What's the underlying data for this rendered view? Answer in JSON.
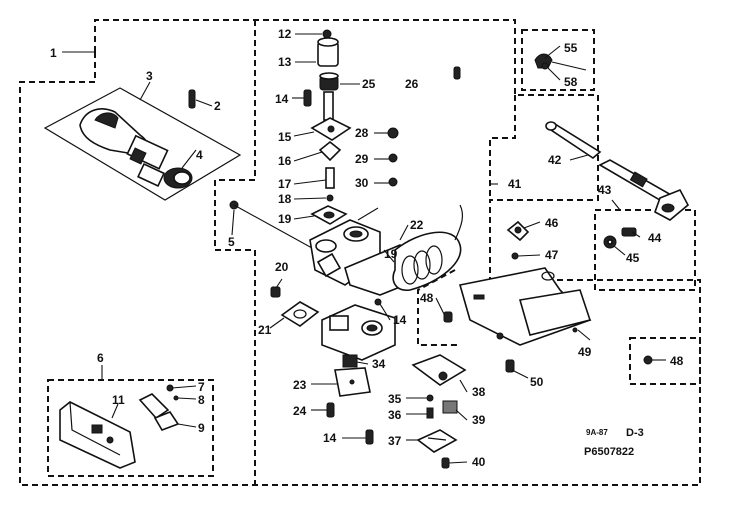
{
  "diagram": {
    "labels": {
      "p1": "1",
      "p2": "2",
      "p3": "3",
      "p4": "4",
      "p5": "5",
      "p6": "6",
      "p7": "7",
      "p8": "8",
      "p9": "9",
      "p11": "11",
      "p12": "12",
      "p13": "13",
      "p14a": "14",
      "p14b": "14",
      "p14c": "14",
      "p15": "15",
      "p16": "16",
      "p17": "17",
      "p18": "18",
      "p19a": "19",
      "p19b": "19",
      "p20": "20",
      "p21": "21",
      "p22": "22",
      "p23": "23",
      "p24": "24",
      "p25": "25",
      "p26": "26",
      "p28": "28",
      "p29": "29",
      "p30": "30",
      "p34": "34",
      "p35": "35",
      "p36": "36",
      "p37": "37",
      "p38": "38",
      "p39": "39",
      "p40": "40",
      "p41": "41",
      "p42": "42",
      "p43": "43",
      "p44": "44",
      "p45": "45",
      "p46": "46",
      "p47": "47",
      "p48a": "48",
      "p48b": "48",
      "p49": "49",
      "p50": "50",
      "p55": "55",
      "p58": "58"
    },
    "footer": {
      "small_code": "9A-87",
      "sheet": "D-3",
      "drawing_number": "P6507822"
    }
  }
}
